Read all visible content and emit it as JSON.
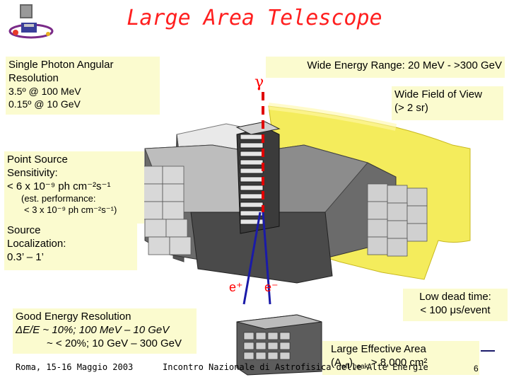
{
  "title": "Large Area Telescope",
  "logo": {
    "icon": "glast-logo-icon"
  },
  "boxes": {
    "angular": {
      "line1": "Single Photon Angular",
      "line2": "Resolution",
      "line3": "3.5º @ 100 MeV",
      "line4": "0.15º @ 10 GeV"
    },
    "energy_range": {
      "text": "Wide Energy Range:  20 MeV - >300 GeV"
    },
    "fov": {
      "line1": "Wide Field of View",
      "line2": "(> 2 sr)"
    },
    "sensitivity": {
      "line1": "Point Source",
      "line2": "Sensitivity:",
      "line3": "< 6 x 10⁻⁹ ph cm⁻²s⁻¹",
      "line4": "(est. performance:",
      "line5": "< 3 x 10⁻⁹ ph cm⁻²s⁻¹)"
    },
    "localization": {
      "line1": "Source",
      "line2": "Localization:",
      "line3": "0.3’ – 1’"
    },
    "energy_res": {
      "line1": "Good Energy Resolution",
      "line2": "ΔE/E ~  10%;  100 MeV – 10 GeV",
      "line3": "~ < 20%; 10 GeV – 300 GeV"
    },
    "dead_time": {
      "line1": "Low dead time:",
      "line2": "< 100 μs/event"
    },
    "effective_area": {
      "line1": "Large Effective Area",
      "line2": "(A",
      "line2_sub": "eff",
      "line2_sub2": "peak",
      "line2_rest": ")",
      "line2_value": ">  8,000 cm²"
    }
  },
  "labels": {
    "gamma": "γ",
    "e_plus": "e⁺",
    "e_minus": "e⁻"
  },
  "footer": {
    "left": "Roma, 15-16 Maggio 2003",
    "center": "Incontro Nazionale di Astrofisica delle Alte Energie",
    "page": "6"
  }
}
